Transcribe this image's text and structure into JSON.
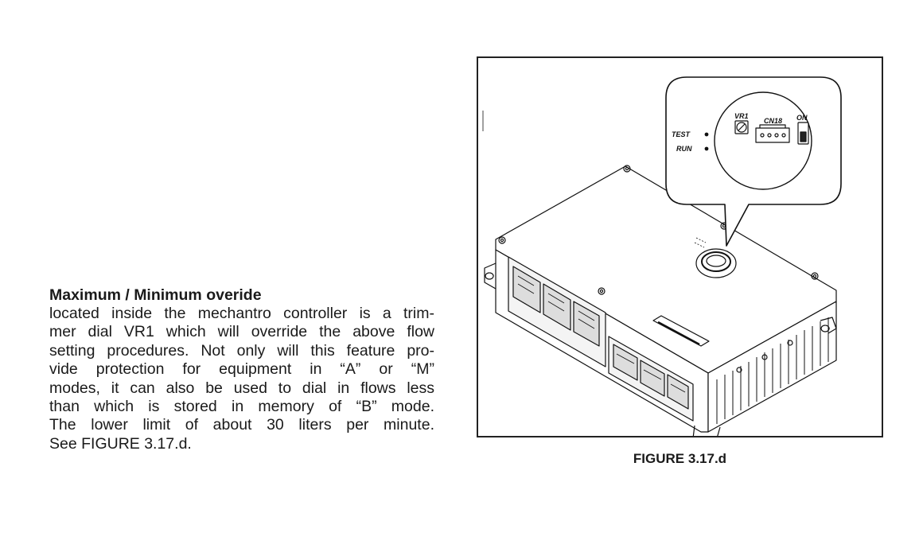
{
  "section": {
    "heading": "Maximum / Minimum overide",
    "lines": [
      "located inside the mechantro controller is a trim-",
      "mer dial VR1 which will override the above flow",
      "setting procedures. Not only will this feature pro-",
      "vide protection for equipment in “A” or “M”",
      "modes, it can also be used to dial in flows less",
      "than which is stored in memory of “B” mode.",
      "The lower limit of about 30 liters per minute.",
      "See FIGURE 3.17.d."
    ]
  },
  "figure": {
    "caption": "FIGURE 3.17.d",
    "labels": {
      "test": "TEST",
      "run": "RUN",
      "vr1": "VR1",
      "cn18": "CN18",
      "on": "ON"
    }
  }
}
